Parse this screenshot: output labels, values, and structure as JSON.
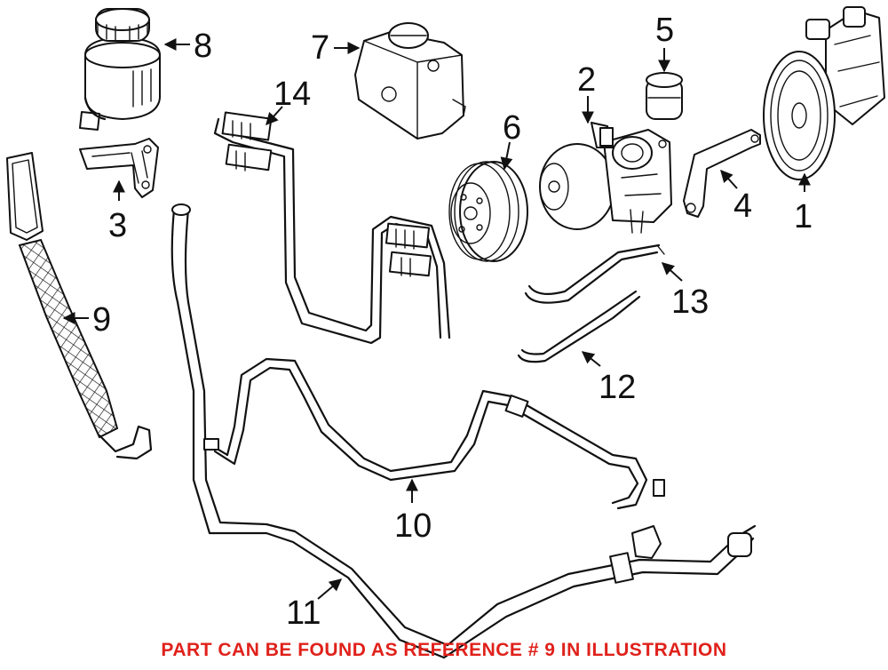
{
  "callouts": [
    {
      "id": "1",
      "label": "1"
    },
    {
      "id": "2",
      "label": "2"
    },
    {
      "id": "3",
      "label": "3"
    },
    {
      "id": "4",
      "label": "4"
    },
    {
      "id": "5",
      "label": "5"
    },
    {
      "id": "6",
      "label": "6"
    },
    {
      "id": "7",
      "label": "7"
    },
    {
      "id": "8",
      "label": "8"
    },
    {
      "id": "9",
      "label": "9"
    },
    {
      "id": "10",
      "label": "10"
    },
    {
      "id": "11",
      "label": "11"
    },
    {
      "id": "12",
      "label": "12"
    },
    {
      "id": "13",
      "label": "13"
    },
    {
      "id": "14",
      "label": "14"
    }
  ],
  "footer": {
    "note": "PART CAN BE FOUND AS REFERENCE # 9 IN ILLUSTRATION",
    "color": "#e0211b"
  }
}
